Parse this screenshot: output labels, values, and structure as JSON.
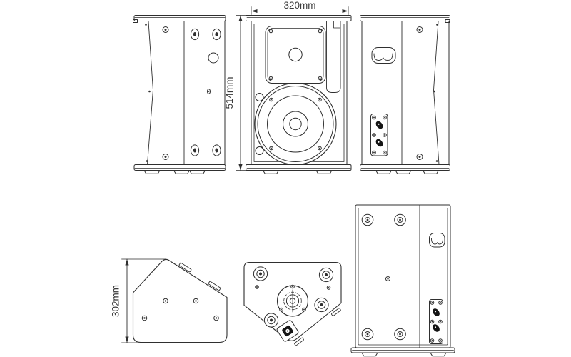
{
  "figure": {
    "dimensions": {
      "width": "320mm",
      "height": "514mm",
      "depth": "302mm"
    },
    "colors": {
      "line": "#2f2f2f",
      "text": "#3a3a3a",
      "background": "#ffffff",
      "connector_fill": "#141414"
    },
    "views": [
      "side-view-left",
      "front-view",
      "side-view-right",
      "top-view",
      "bottom-view",
      "rear-view"
    ]
  }
}
